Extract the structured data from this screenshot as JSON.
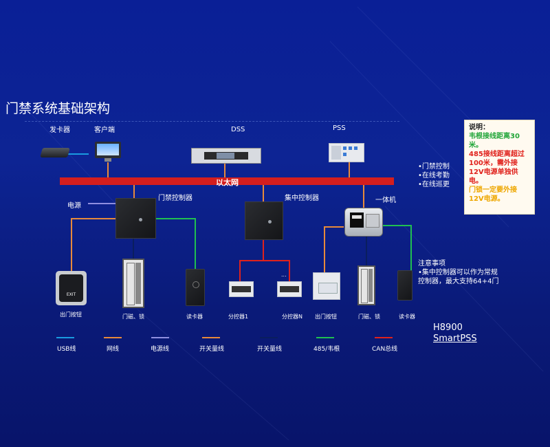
{
  "title": "门禁系统基础架构",
  "labels": {
    "card_issuer": "发卡器",
    "client": "客户端",
    "dss": "DSS",
    "pss": "PSS",
    "ethernet": "以太网",
    "power": "电源",
    "door_controller": "门禁控制器",
    "central_controller": "集中控制器",
    "all_in_one": "一体机",
    "exit_button_1": "出门按钮",
    "door_lock_1": "门磁、锁",
    "reader_1": "读卡器",
    "sub_controller_1": "分控器1",
    "sub_controller_n": "分控器N",
    "exit_button_2": "出门按钮",
    "door_lock_2": "门磁、锁",
    "reader_2": "读卡器",
    "ellipsis": "..."
  },
  "device_text": {
    "exit_button_label": "EXIT"
  },
  "features": [
    "•门禁控制",
    "•在线考勤",
    "•在线巡更"
  ],
  "notes": [
    "注意事项",
    "•集中控制器可以作为常规",
    "控制器，最大支持64+4门"
  ],
  "note_box": {
    "title": "说明：",
    "line_green": "韦根接线距离30米。",
    "line_red": "485接线距离超过100米，需外接12V电源单独供电。",
    "line_yellow": "门锁一定要外接12V电源。"
  },
  "product": {
    "model": "H8900",
    "software": "SmartPSS"
  },
  "legend": [
    {
      "label": "USB线",
      "color": "#1a9be0"
    },
    {
      "label": "网线",
      "color": "#e88a3a"
    },
    {
      "label": "电源线",
      "color": "#8f8fe0"
    },
    {
      "label": "开关量线",
      "color": "#e88a3a"
    },
    {
      "label": "开关量线",
      "color": "#0a1e5e"
    },
    {
      "label": "485/韦根",
      "color": "#20c050"
    },
    {
      "label": "CAN总线",
      "color": "#e0221c"
    }
  ],
  "colors": {
    "ethernet_bar": "#d41e1e",
    "network_line": "#e88a3a",
    "usb_line": "#1a9be0",
    "power_line": "#8f8fe0",
    "wiegand_line": "#20c050",
    "can_line": "#e0221c",
    "switch_dark_line": "#0a1e5e"
  }
}
